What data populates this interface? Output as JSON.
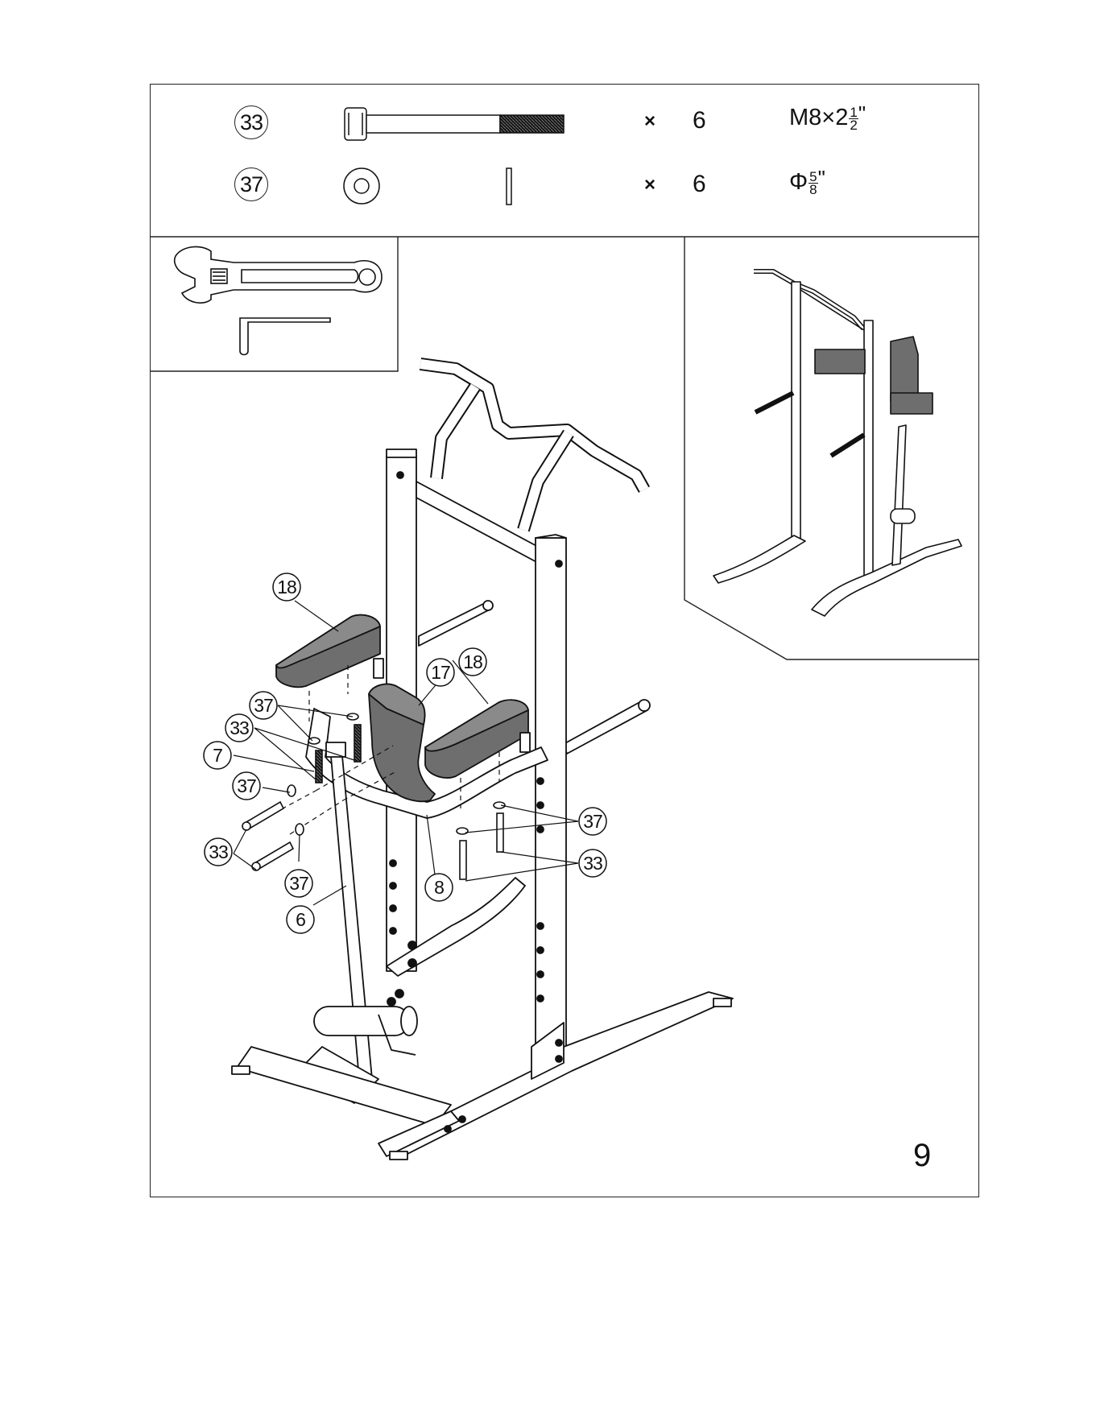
{
  "hardware": [
    {
      "part": "33",
      "times": "×",
      "qty": "6",
      "spec": "M8×2",
      "frac_num": "1",
      "frac_den": "2",
      "unit": "\"",
      "prefix": ""
    },
    {
      "part": "37",
      "times": "×",
      "qty": "6",
      "spec": "",
      "frac_num": "5",
      "frac_den": "8",
      "unit": "\"",
      "prefix": "Φ"
    }
  ],
  "callouts": {
    "c18a": "18",
    "c18b": "18",
    "c17": "17",
    "c37a": "37",
    "c33a": "33",
    "c7": "7",
    "c37b": "37",
    "c33b": "33",
    "c37c": "37",
    "c6": "6",
    "c8": "8",
    "c37d": "37",
    "c33c": "33"
  },
  "page_number": "9",
  "icons": [
    "adjustable-wrench-icon",
    "hex-key-icon",
    "bolt-icon",
    "washer-icon"
  ],
  "colors": {
    "line": "#111111",
    "pad_fill": "#6e6e6e",
    "pad_top": "#8a8a8a"
  }
}
